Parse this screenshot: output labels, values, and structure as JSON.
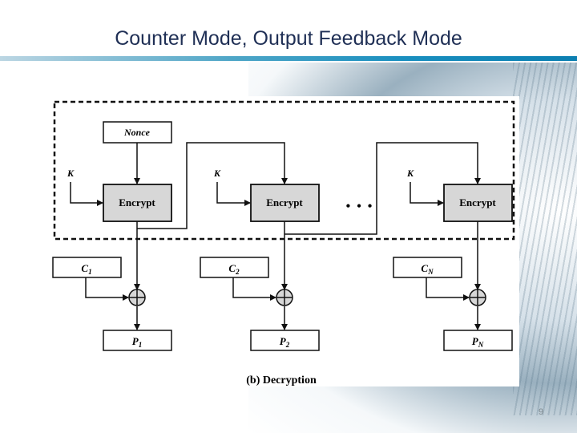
{
  "slide": {
    "title": "Counter Mode, Output Feedback Mode",
    "page_number": "9"
  },
  "diagram": {
    "nonce_label": "Nonce",
    "key_label": "K",
    "encrypt_label": "Encrypt",
    "ellipsis": "• • •",
    "caption": "(b) Decryption",
    "columns": [
      {
        "cipher_main": "C",
        "cipher_sub": "1",
        "plain_main": "P",
        "plain_sub": "1"
      },
      {
        "cipher_main": "C",
        "cipher_sub": "2",
        "plain_main": "P",
        "plain_sub": "2"
      },
      {
        "cipher_main": "C",
        "cipher_sub": "N",
        "plain_main": "P",
        "plain_sub": "N"
      }
    ]
  }
}
